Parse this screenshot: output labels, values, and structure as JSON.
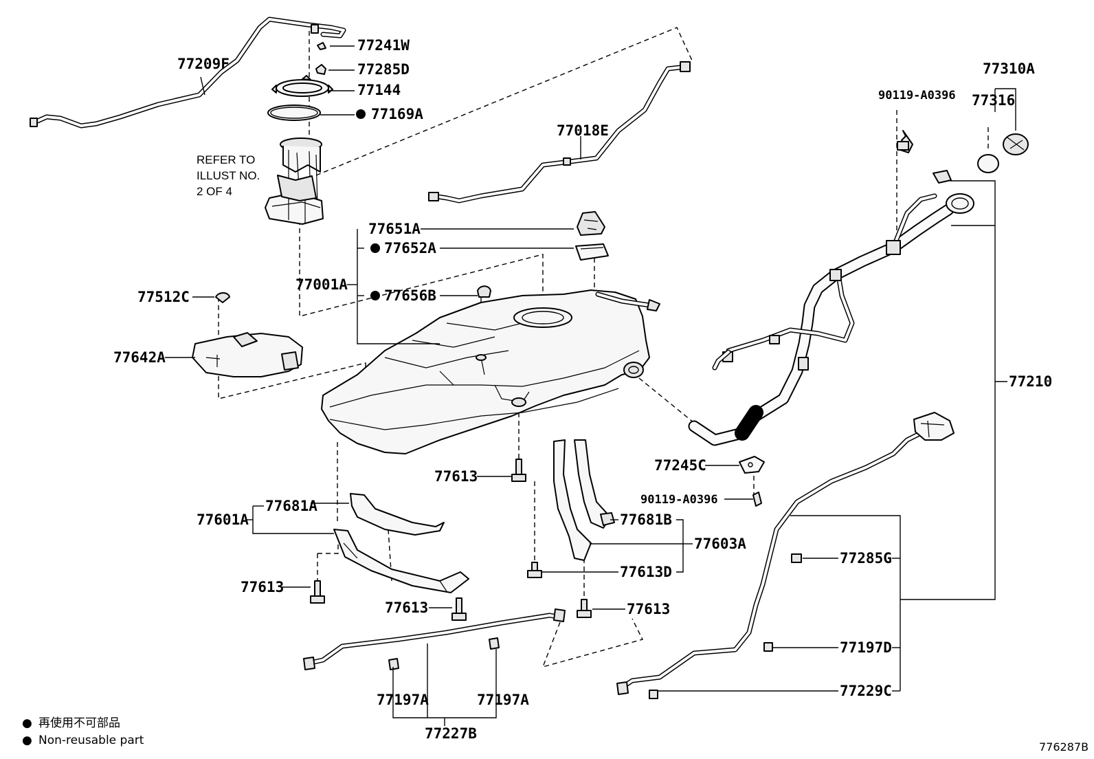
{
  "parts": {
    "p77209F": "77209F",
    "p77241W": "77241W",
    "p77285D": "77285D",
    "p77144": "77144",
    "p77169A": "77169A",
    "p77018E": "77018E",
    "p77310A": "77310A",
    "p90119_top": "90119-A0396",
    "p77316": "77316",
    "p77651A": "77651A",
    "p77652A": "77652A",
    "p77001A": "77001A",
    "p77656B": "77656B",
    "p77512C": "77512C",
    "p77642A": "77642A",
    "p77210": "77210",
    "p77245C": "77245C",
    "p90119_mid": "90119-A0396",
    "p77613_a": "77613",
    "p77681A": "77681A",
    "p77601A": "77601A",
    "p77681B": "77681B",
    "p77603A": "77603A",
    "p77613D": "77613D",
    "p77613_b": "77613",
    "p77613_c": "77613",
    "p77613_d": "77613",
    "p77285G": "77285G",
    "p77197D": "77197D",
    "p77229C": "77229C",
    "p77197A_1": "77197A",
    "p77197A_2": "77197A",
    "p77227B": "77227B"
  },
  "refer_note": {
    "line1": "REFER TO",
    "line2": "ILLUST NO.",
    "line3": "2 OF 4"
  },
  "legend": {
    "bullet": "●",
    "line_jp": "再使用不可部品",
    "line_en": "Non-reusable part"
  },
  "illustration_id": "776287B"
}
